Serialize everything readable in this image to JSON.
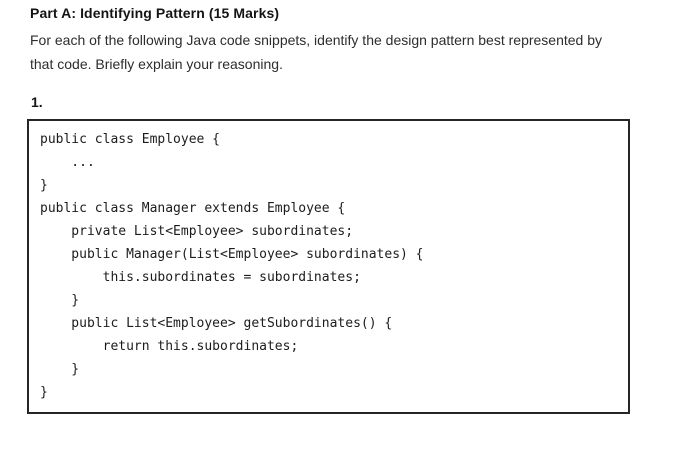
{
  "header": {
    "title": "Part A: Identifying Pattern (15 Marks)"
  },
  "intro": {
    "lines": [
      "For each of the following Java code snippets, identify the design pattern best represented by",
      "that code. Briefly explain your reasoning."
    ]
  },
  "question": {
    "number_label": "1."
  },
  "code_block": {
    "language": "java",
    "lines": [
      "public class Employee {",
      "    ...",
      "}",
      "public class Manager extends Employee {",
      "    private List<Employee> subordinates;",
      "    public Manager(List<Employee> subordinates) {",
      "        this.subordinates = subordinates;",
      "    }",
      "    public List<Employee> getSubordinates() {",
      "        return this.subordinates;",
      "    }",
      "}"
    ]
  },
  "colors": {
    "page_background": "#ffffff",
    "text": "#1c1c1c",
    "code_box_border": "#262626"
  }
}
